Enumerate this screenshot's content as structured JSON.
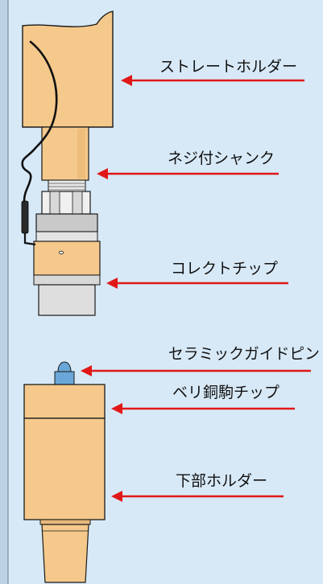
{
  "labels": {
    "straight_holder": "ストレートホルダー",
    "screw_shank": "ネジ付シャンク",
    "collet_chip": "コレクトチップ",
    "ceramic_guide_pin": "セラミックガイドピン",
    "beryllium_copper_chip": "ベリ銅駒チップ",
    "lower_holder": "下部ホルダー"
  },
  "colors": {
    "background": "#d7e9f7",
    "holder_fill": "#f5c98c",
    "outline": "#1a1a1a",
    "arrow": "#e01818",
    "metal_light": "#e8e8e8",
    "metal_mid": "#c9c9c9",
    "pin_blue": "#6aa7d8",
    "wire": "#111111"
  }
}
